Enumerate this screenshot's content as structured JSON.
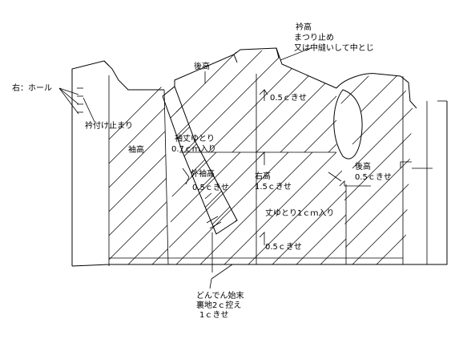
{
  "labels": {
    "collar_height": "衿高",
    "blind_stitch_stop": "まつり止め",
    "or_midseam": "又は中縫いして中とじ",
    "back_height_top": "後高",
    "right_hole": "右：ホール",
    "collar_attach_stop": "衿付け止まり",
    "sleeve_height": "袖高",
    "ease_05_top": "0.5ｃきせ",
    "sleeve_length_ease": "袖丈ゆとり",
    "sleeve_length_ease_value": "0.7ｃｍ入り",
    "outer_sleeve_height": "外袖高",
    "outer_sleeve_ease": "0.5ｃきせ",
    "right_height": "右高",
    "right_height_ease": "1.5ｃきせ",
    "back_height_right": "後高",
    "back_height_right_ease": "0.5ｃきせ",
    "length_ease": "丈ゆとり1ｃｍ入り",
    "ease_05_bottom": "0.5ｃきせ",
    "hem_finish": "どんでん始末",
    "lining_2c_reserve": "裏地2ｃ控え",
    "ease_1c": "1ｃきせ"
  }
}
